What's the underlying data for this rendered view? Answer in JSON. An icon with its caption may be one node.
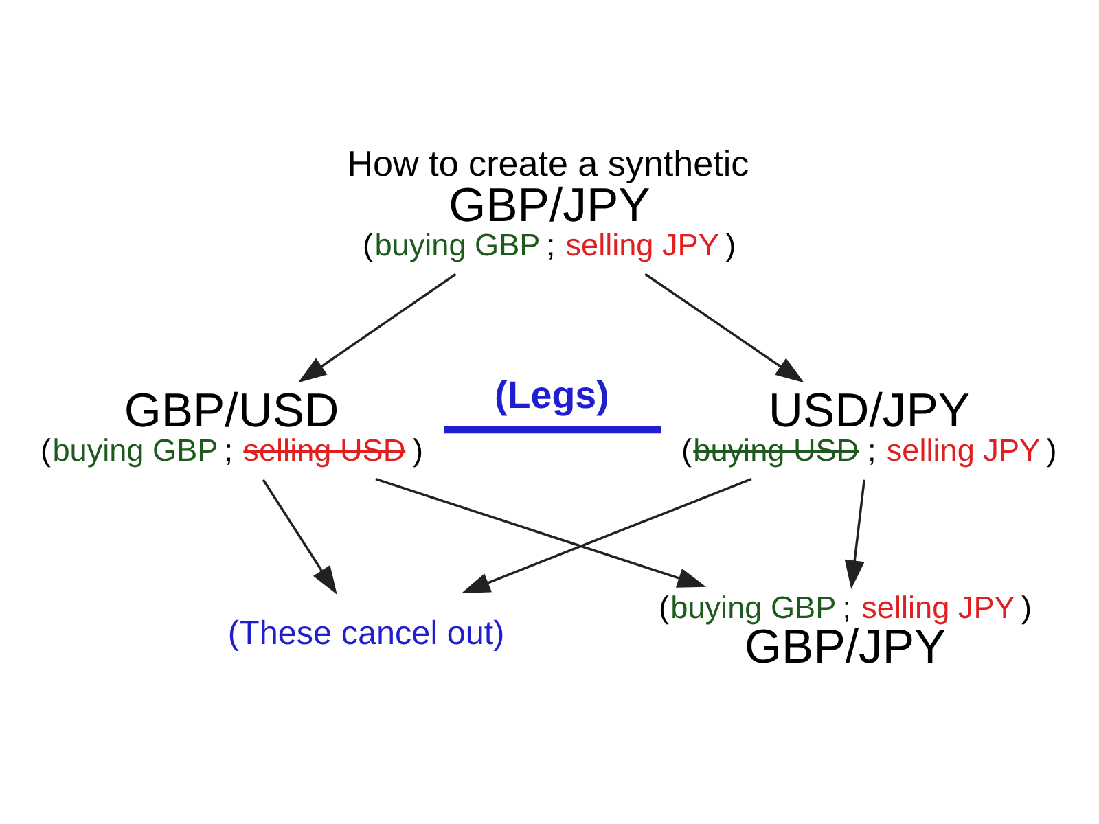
{
  "diagram": {
    "nodes": [
      {
        "text": [
          "How to create a synthetic",
          "GBP/JPY",
          "(buying GBP; selling JPY)"
        ]
      },
      {
        "text": [
          "GBP/USD",
          "(buying GBP; selling USD)"
        ]
      },
      {
        "text": [
          "USD/JPY",
          "(buying USD; selling JPY)"
        ]
      },
      {
        "text": [
          "(These cancel out)"
        ]
      },
      {
        "text": [
          "(buying GBP; selling JPY)",
          "GBP/JPY"
        ]
      }
    ],
    "edges": [
      {
        "from": 0,
        "to": 1,
        "arrow": "to"
      },
      {
        "from": 0,
        "to": 2,
        "arrow": "to"
      },
      {
        "from": 1,
        "to": 2,
        "arrow": "none",
        "label": "(Legs)",
        "color": "#1f1fd0",
        "style": "thick"
      },
      {
        "from": 1,
        "to": 3,
        "arrow": "to"
      },
      {
        "from": 2,
        "to": 3,
        "arrow": "to"
      },
      {
        "from": 1,
        "to": 4,
        "arrow": "to"
      },
      {
        "from": 2,
        "to": 4,
        "arrow": "to"
      }
    ]
  }
}
